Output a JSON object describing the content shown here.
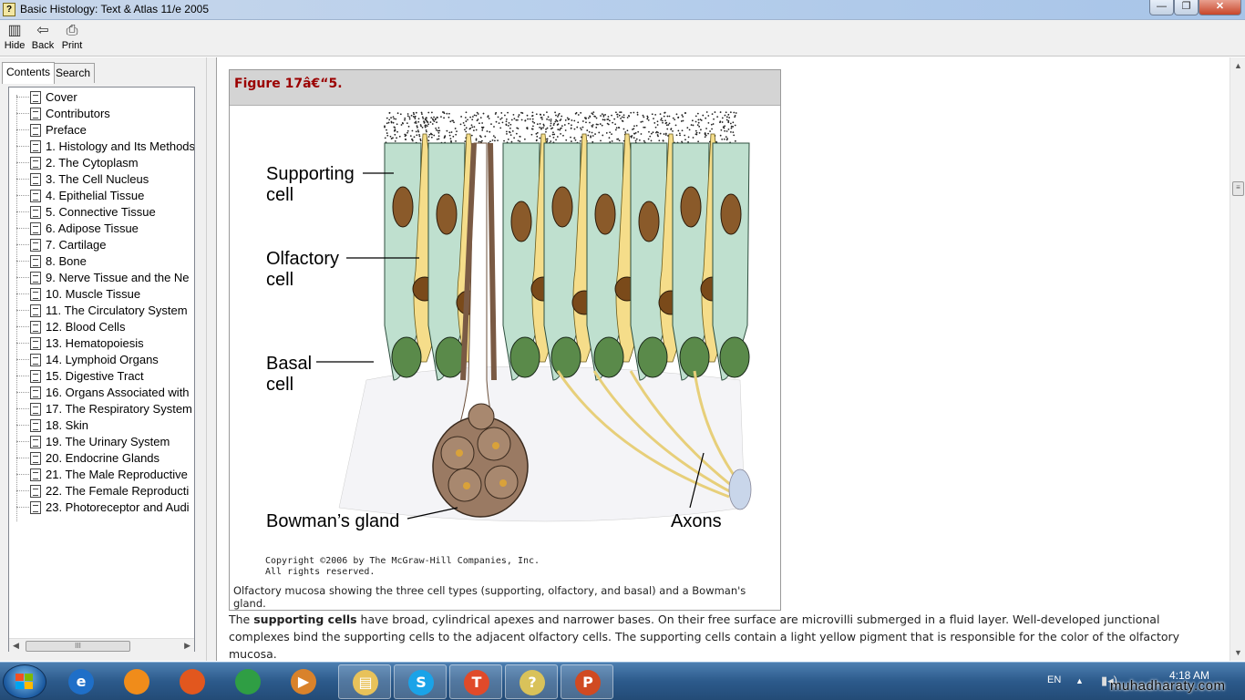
{
  "window": {
    "title": "Basic Histology: Text & Atlas 11/e 2005",
    "min_glyph": "—",
    "max_glyph": "❐",
    "close_glyph": "✕"
  },
  "toolbar": {
    "hide_label": "Hide",
    "back_label": "Back",
    "print_label": "Print"
  },
  "nav": {
    "tabs": [
      {
        "label": "Contents",
        "active": true
      },
      {
        "label": "Search",
        "active": false
      }
    ],
    "items": [
      "Cover",
      "Contributors",
      "Preface",
      "1. Histology and Its Methods",
      "2. The Cytoplasm",
      "3. The Cell Nucleus",
      "4. Epithelial Tissue",
      "5. Connective Tissue",
      "6. Adipose Tissue",
      "7. Cartilage",
      "8. Bone",
      "9. Nerve Tissue and the Ne",
      "10. Muscle Tissue",
      "11. The Circulatory System",
      "12. Blood Cells",
      "13. Hematopoiesis",
      "14. Lymphoid Organs",
      "15. Digestive Tract",
      "16. Organs Associated with",
      "17. The Respiratory System",
      "18. Skin",
      "19. The Urinary System",
      "20. Endocrine Glands",
      "21. The Male Reproductive",
      "22. The Female Reproducti",
      "23. Photoreceptor and Audi"
    ],
    "scroll_thumb_glyph": "III"
  },
  "figure": {
    "title": "Figure 17â€“5.",
    "labels": {
      "supporting_1": "Supporting",
      "supporting_2": "cell",
      "olfactory_1": "Olfactory",
      "olfactory_2": "cell",
      "basal_1": "Basal",
      "basal_2": "cell",
      "bowman": "Bowman’s gland",
      "axons": "Axons"
    },
    "copyright_1": "Copyright ©2006 by The McGraw-Hill Companies, Inc.",
    "copyright_2": "All rights reserved.",
    "caption": "Olfactory mucosa showing the three cell types (supporting, olfactory, and basal) and a Bowman's gland."
  },
  "body": {
    "prefix": "The ",
    "bold": "supporting cells",
    "text": " have broad, cylindrical apexes and narrower bases. On their free surface are microvilli submerged in a fluid layer. Well-developed junctional complexes bind the supporting cells to the adjacent olfactory cells. The supporting cells contain a light yellow pigment that is responsible for the color of the olfactory mucosa."
  },
  "taskbar": {
    "apps": [
      {
        "name": "internet-explorer",
        "glyph": "e",
        "color": "#1f6fc8"
      },
      {
        "name": "app-orange-orb",
        "glyph": "",
        "color": "#f08c1a"
      },
      {
        "name": "firefox",
        "glyph": "",
        "color": "#e2571e"
      },
      {
        "name": "chrome",
        "glyph": "",
        "color": "#2f9e44"
      },
      {
        "name": "media-player",
        "glyph": "▶",
        "color": "#d9822b"
      },
      {
        "name": "file-explorer",
        "glyph": "▤",
        "color": "#e8c25a"
      },
      {
        "name": "skype",
        "glyph": "S",
        "color": "#1aa3e8"
      },
      {
        "name": "t-app",
        "glyph": "T",
        "color": "#e04a2a"
      },
      {
        "name": "help-viewer",
        "glyph": "?",
        "color": "#d9c25a"
      },
      {
        "name": "powerpoint",
        "glyph": "P",
        "color": "#d04a22"
      }
    ],
    "lang": "EN",
    "time": "4:18 AM",
    "watermark": "muhadharaty.com"
  }
}
